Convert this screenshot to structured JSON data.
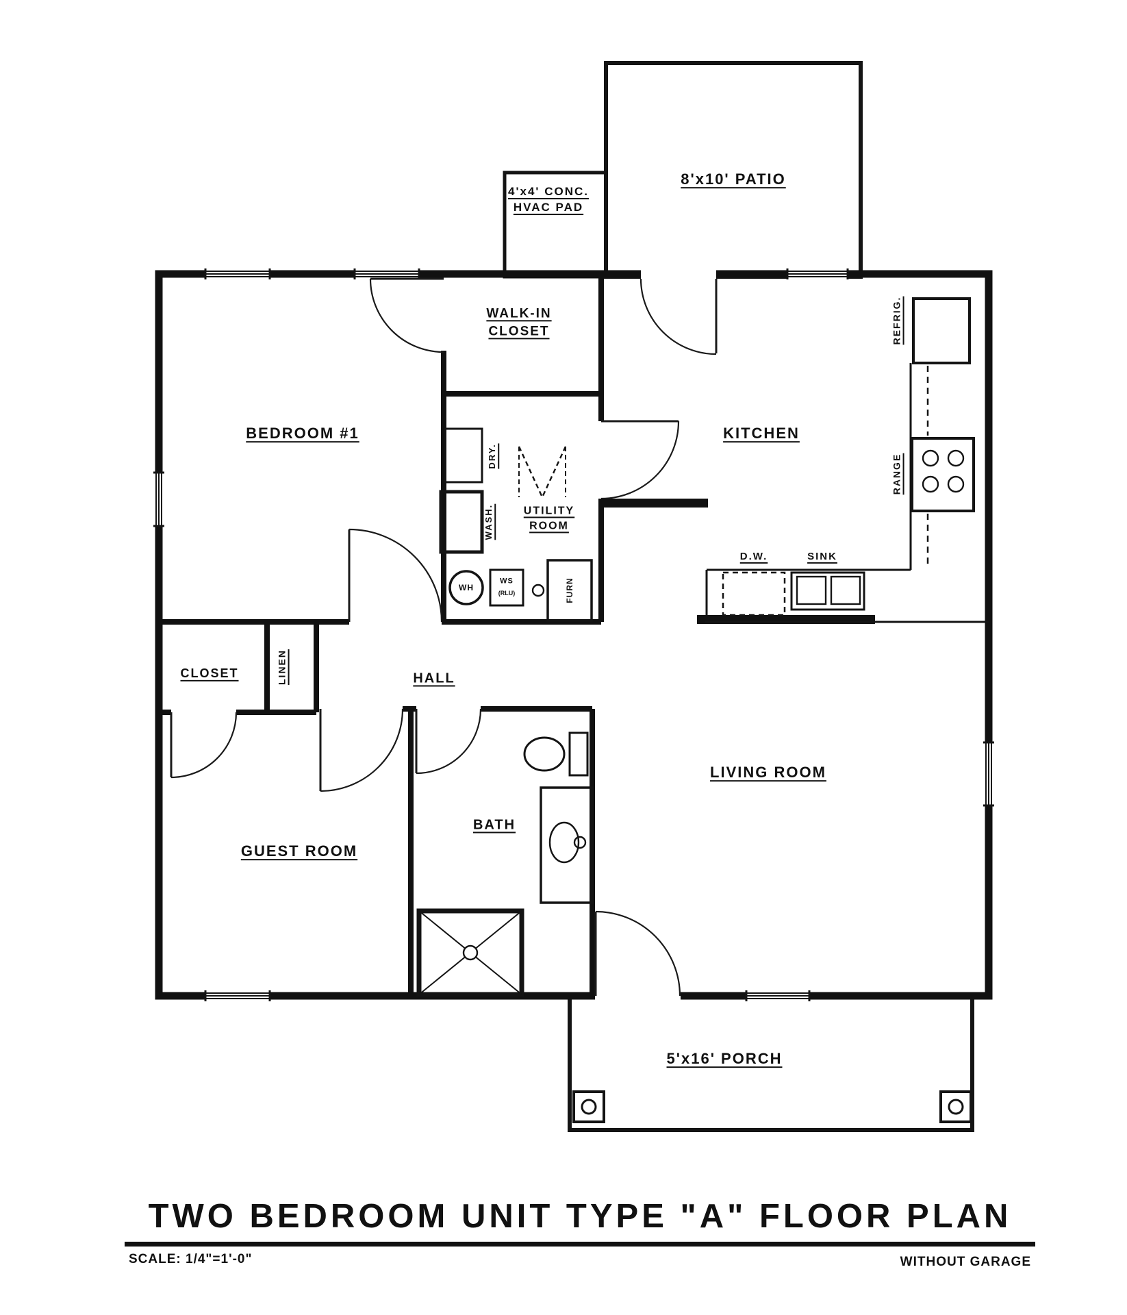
{
  "title_block": {
    "title": "TWO BEDROOM UNIT TYPE \"A\" FLOOR PLAN",
    "scale": "SCALE: 1/4\"=1'-0\"",
    "variant_note": "WITHOUT GARAGE"
  },
  "outdoor": {
    "patio_label": "8'x10' PATIO",
    "hvac_pad_label": "4'x4' CONC.\nHVAC PAD",
    "porch_label": "5'x16' PORCH"
  },
  "rooms": {
    "bedroom1": "BEDROOM #1",
    "walkin_closet": "WALK-IN\nCLOSET",
    "kitchen": "KITCHEN",
    "utility_room": "UTILITY\nROOM",
    "closet": "CLOSET",
    "linen": "LINEN",
    "hall": "HALL",
    "guest_room": "GUEST ROOM",
    "bath": "BATH",
    "living_room": "LIVING ROOM"
  },
  "appliances": {
    "refrigerator": "REFRIG.",
    "range": "RANGE",
    "dishwasher": "D.W.",
    "sink": "SINK",
    "dryer": "DRY.",
    "washer": "WASH.",
    "water_heater": "WH",
    "water_softener": "WS",
    "water_softener_note": "(RLU)",
    "furnace": "FURN"
  },
  "colors": {
    "ink": "#111111",
    "paper": "#ffffff"
  }
}
